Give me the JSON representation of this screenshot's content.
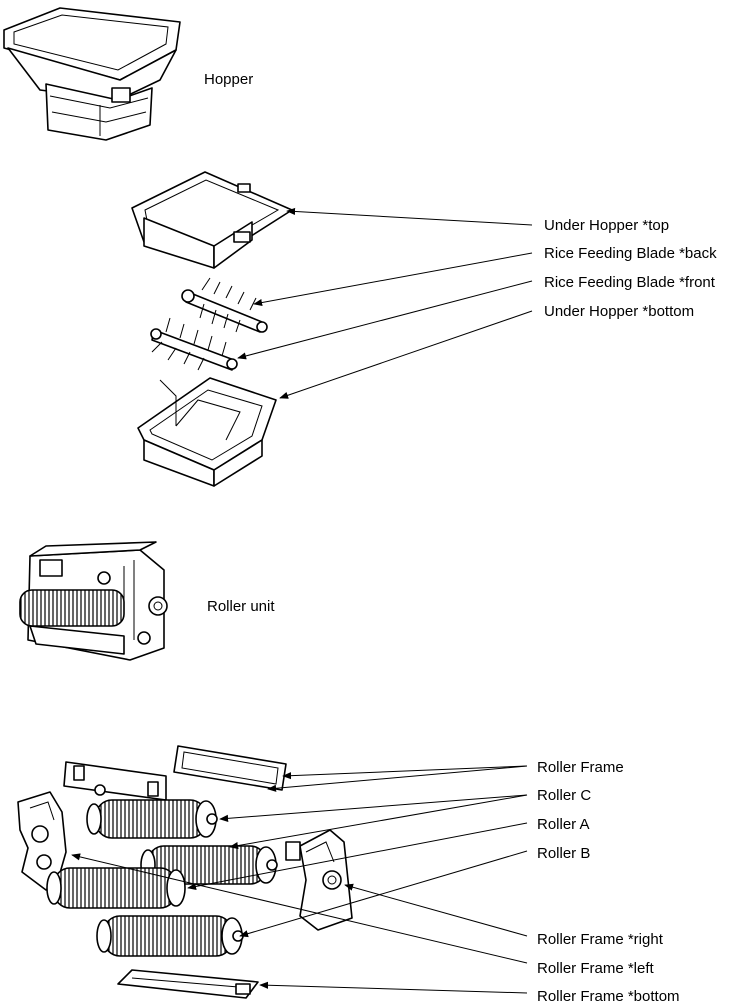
{
  "labels": {
    "hopper": "Hopper",
    "under_hopper_top": "Under Hopper *top",
    "rice_blade_back": "Rice Feeding Blade *back",
    "rice_blade_front": "Rice Feeding Blade *front",
    "under_hopper_bottom": "Under Hopper *bottom",
    "roller_unit": "Roller unit",
    "roller_frame": "Roller Frame",
    "roller_c": "Roller C",
    "roller_a": "Roller A",
    "roller_b": "Roller B",
    "roller_frame_right": "Roller Frame *right",
    "roller_frame_left": "Roller Frame *left",
    "roller_frame_bottom": "Roller Frame *bottom"
  },
  "colors": {
    "line": "#000000",
    "background": "#ffffff"
  }
}
